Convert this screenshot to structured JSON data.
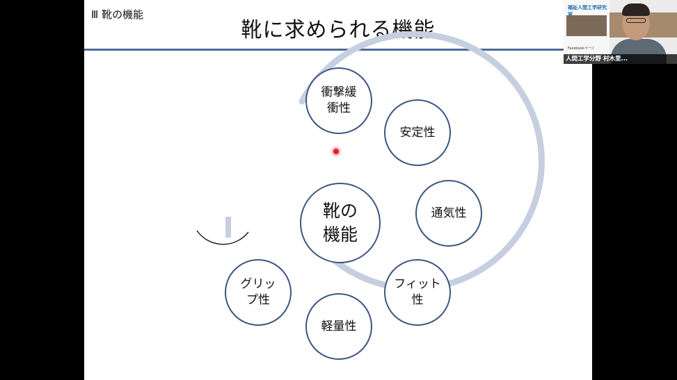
{
  "slide": {
    "section_label": "Ⅲ 靴の機能",
    "title": "靴に求められる機能",
    "center": "靴の\n機能",
    "nodes": [
      {
        "label": "衝撃緩\n衝性"
      },
      {
        "label": "安定性"
      },
      {
        "label": "通気性"
      },
      {
        "label": "フィット\n性"
      },
      {
        "label": "軽量性"
      },
      {
        "label": "グリッ\nプ性"
      }
    ]
  },
  "webcam": {
    "participant_name": "人間工学分野 村木里...",
    "site_header": "福祉人間工学研究室",
    "facebook_label": "Facebookページ"
  },
  "colors": {
    "accent": "#4f6b96",
    "node_border": "#3d5580",
    "ring": "#c6cfe0",
    "pointer": "#e0202a"
  }
}
